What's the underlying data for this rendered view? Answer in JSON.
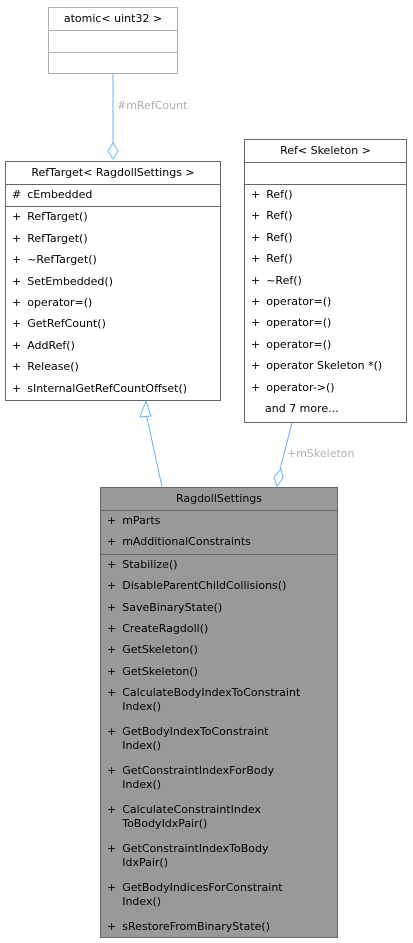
{
  "nodes": {
    "atomic": {
      "title": "atomic< uint32 >",
      "attributes": [],
      "methods": []
    },
    "reftarget": {
      "title": "RefTarget< RagdollSettings >",
      "attributes": [
        {
          "vis": "#",
          "name": "cEmbedded"
        }
      ],
      "methods": [
        {
          "vis": "+",
          "name": "RefTarget()"
        },
        {
          "vis": "+",
          "name": "RefTarget()"
        },
        {
          "vis": "+",
          "name": "~RefTarget()"
        },
        {
          "vis": "+",
          "name": "SetEmbedded()"
        },
        {
          "vis": "+",
          "name": "operator=()"
        },
        {
          "vis": "+",
          "name": "GetRefCount()"
        },
        {
          "vis": "+",
          "name": "AddRef()"
        },
        {
          "vis": "+",
          "name": "Release()"
        },
        {
          "vis": "+",
          "name": "sInternalGetRefCountOffset()"
        }
      ]
    },
    "ref": {
      "title": "Ref< Skeleton >",
      "attributes": [],
      "methods": [
        {
          "vis": "+",
          "name": "Ref()"
        },
        {
          "vis": "+",
          "name": "Ref()"
        },
        {
          "vis": "+",
          "name": "Ref()"
        },
        {
          "vis": "+",
          "name": "Ref()"
        },
        {
          "vis": "+",
          "name": "~Ref()"
        },
        {
          "vis": "+",
          "name": "operator=()"
        },
        {
          "vis": "+",
          "name": "operator=()"
        },
        {
          "vis": "+",
          "name": "operator=()"
        },
        {
          "vis": "+",
          "name": "operator Skeleton *()"
        },
        {
          "vis": "+",
          "name": "operator->()"
        }
      ],
      "more": "and 7 more..."
    },
    "ragdoll": {
      "title": "RagdollSettings",
      "attributes": [
        {
          "vis": "+",
          "name": "mParts"
        },
        {
          "vis": "+",
          "name": "mAdditionalConstraints"
        }
      ],
      "methods": [
        {
          "vis": "+",
          "name": "Stabilize()"
        },
        {
          "vis": "+",
          "name": "DisableParentChildCollisions()"
        },
        {
          "vis": "+",
          "name": "SaveBinaryState()"
        },
        {
          "vis": "+",
          "name": "CreateRagdoll()"
        },
        {
          "vis": "+",
          "name": "GetSkeleton()"
        },
        {
          "vis": "+",
          "name": "GetSkeleton()"
        },
        {
          "vis": "+",
          "name": "CalculateBodyIndexToConstraint\nIndex()"
        },
        {
          "vis": "+",
          "name": "GetBodyIndexToConstraint\nIndex()"
        },
        {
          "vis": "+",
          "name": "GetConstraintIndexForBody\nIndex()"
        },
        {
          "vis": "+",
          "name": "CalculateConstraintIndex\nToBodyIdxPair()"
        },
        {
          "vis": "+",
          "name": "GetConstraintIndexToBody\nIdxPair()"
        },
        {
          "vis": "+",
          "name": "GetBodyIndicesForConstraint\nIndex()"
        },
        {
          "vis": "+",
          "name": "sRestoreFromBinaryState()"
        }
      ]
    }
  },
  "edges": {
    "refcount_label": "#mRefCount",
    "skeleton_label": "+mSkeleton"
  },
  "colors": {
    "edge": "#63b8ff",
    "edge_label": "#b0b0b0",
    "focus_fill": "#999999",
    "border": "#666666"
  }
}
